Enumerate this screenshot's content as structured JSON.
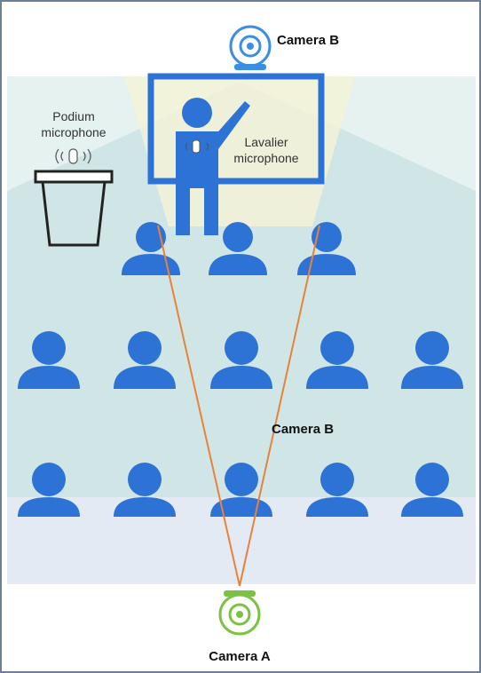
{
  "labels": {
    "camera_b_top": "Camera B",
    "camera_b_mid": "Camera B",
    "camera_a": "Camera A",
    "podium_mic_line1": "Podium",
    "podium_mic_line2": "microphone",
    "lavalier_line1": "Lavalier",
    "lavalier_line2": "microphone"
  },
  "colors": {
    "person_blue": "#2d73d6",
    "camera_b_blue": "#3a8ee6",
    "camera_a_green": "#7cc242",
    "sightline_orange": "#e8823a",
    "room_fill": "#e6f2ef",
    "coverage_teal": "#cfe6e6",
    "border": "#6b7f99"
  },
  "icons": [
    "camera-icon",
    "microphone-icon",
    "podium-icon",
    "whiteboard-icon",
    "person-icon"
  ]
}
